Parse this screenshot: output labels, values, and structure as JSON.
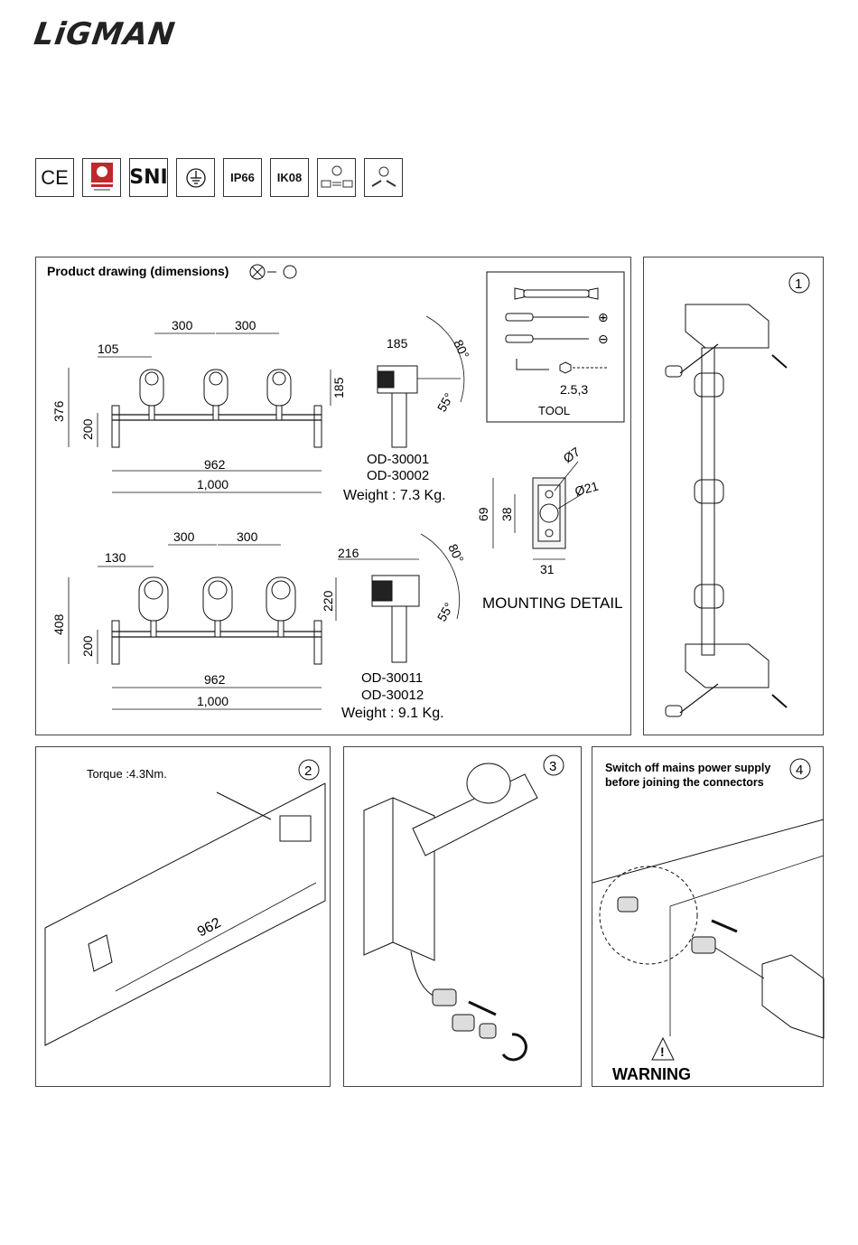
{
  "brand": {
    "logo_text": "LiGMAN"
  },
  "certifications": [
    {
      "name": "ce-mark",
      "label": "CE"
    },
    {
      "name": "quality-badge",
      "label": ""
    },
    {
      "name": "sni-mark",
      "label": "SNI"
    },
    {
      "name": "earth-ground-symbol",
      "label": ""
    },
    {
      "name": "ip-rating",
      "label": "IP66"
    },
    {
      "name": "ik-rating",
      "label": "IK08"
    },
    {
      "name": "voltage-symbol",
      "label": ""
    },
    {
      "name": "lamp-symbol",
      "label": ""
    }
  ],
  "product_drawing": {
    "title": "Product drawing (dimensions)",
    "top_model": {
      "dims": {
        "spacing_a": "300",
        "spacing_b": "300",
        "offset": "105",
        "height": "376",
        "bar_height": "200",
        "head": "185",
        "inner_width": "962",
        "outer_width": "1,000",
        "side_depth": "185",
        "tilt_up": "80°",
        "tilt_down": "55°"
      },
      "codes": [
        "OD-30001",
        "OD-30002"
      ],
      "weight": "Weight : 7.3 Kg."
    },
    "bottom_model": {
      "dims": {
        "spacing_a": "300",
        "spacing_b": "300",
        "offset": "130",
        "height": "408",
        "bar_height": "200",
        "head": "220",
        "inner_width": "962",
        "outer_width": "1,000",
        "side_depth": "216",
        "tilt_up": "80°",
        "tilt_down": "55°"
      },
      "codes": [
        "OD-30011",
        "OD-30012"
      ],
      "weight": "Weight : 9.1 Kg."
    },
    "tool": {
      "label": "TOOL",
      "hex_size": "2.5,3",
      "plus": "⊕",
      "minus": "⊖"
    },
    "mounting": {
      "label": "MOUNTING DETAIL",
      "hole_small": "Ø7",
      "hole_large": "Ø21",
      "height": "69",
      "spacing": "38",
      "width": "31"
    }
  },
  "steps": {
    "step1": {
      "number": "1"
    },
    "step2": {
      "number": "2",
      "torque": "Torque :4.3Nm.",
      "distance": "962"
    },
    "step3": {
      "number": "3"
    },
    "step4": {
      "number": "4",
      "note_line1": "Switch off mains power supply",
      "note_line2": "before joining the connectors",
      "warning": "WARNING"
    }
  }
}
